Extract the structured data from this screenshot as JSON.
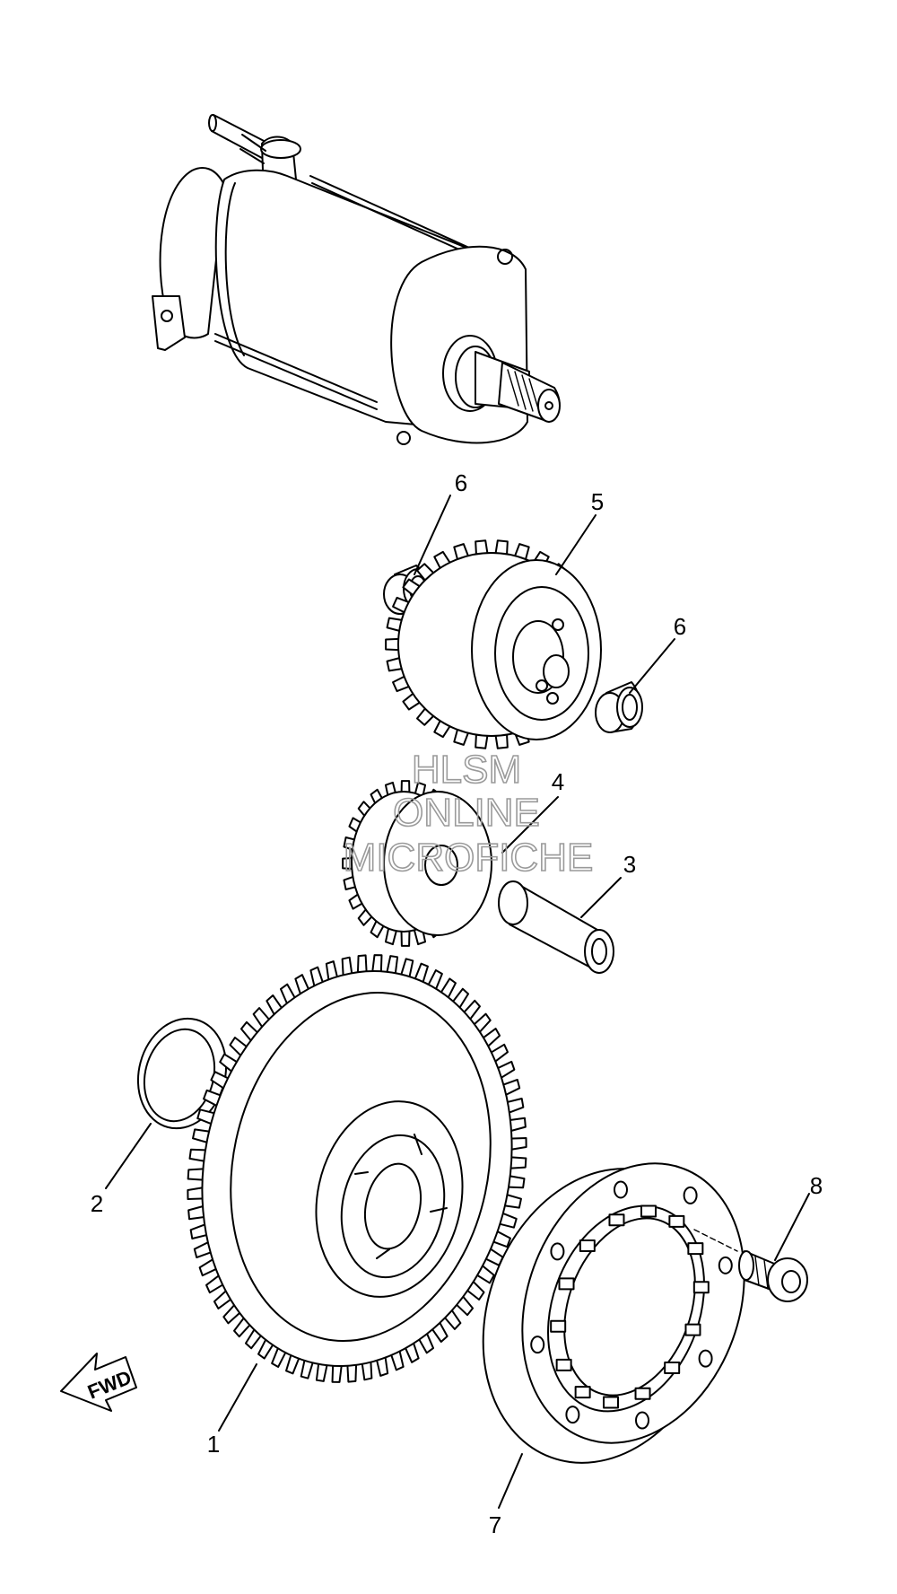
{
  "watermark": {
    "lines": [
      "HLSM",
      "ONLINE",
      "MICROFICHE"
    ]
  },
  "direction_marker": {
    "label": "FWD",
    "icon": "fwd-arrow-icon"
  },
  "callouts": [
    {
      "number": "1",
      "part": "starter-wheel-gear"
    },
    {
      "number": "2",
      "part": "washer"
    },
    {
      "number": "3",
      "part": "shaft"
    },
    {
      "number": "4",
      "part": "idler-gear"
    },
    {
      "number": "5",
      "part": "idler-gear-with-pinion"
    },
    {
      "number": "6",
      "part": "bearing-upper"
    },
    {
      "number": "6",
      "part": "bearing-lower"
    },
    {
      "number": "7",
      "part": "one-way-clutch"
    },
    {
      "number": "8",
      "part": "bolt"
    }
  ]
}
